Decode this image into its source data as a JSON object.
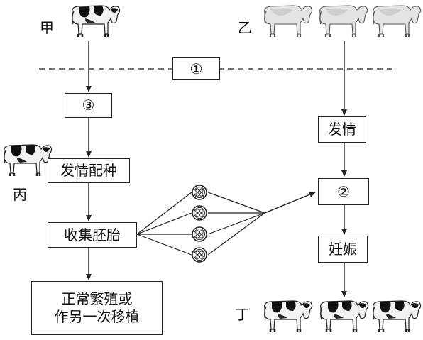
{
  "labels": {
    "jia": "甲",
    "yi": "乙",
    "bing": "丙",
    "ding": "丁"
  },
  "steps": {
    "step1": "①",
    "step2": "②",
    "step3": "③"
  },
  "boxes": {
    "estrus_mating": "发情配种",
    "collect_embryos": "收集胚胎",
    "estrus": "发情",
    "pregnancy": "妊娠",
    "outcome_line1": "正常繁殖或",
    "outcome_line2": "作另一次移植"
  },
  "icons": {
    "cow_spotted": "holstein-cow-icon",
    "cow_light": "light-cow-icon",
    "embryo": "embryo-icon"
  },
  "counts": {
    "jia_cows": 1,
    "yi_cows": 3,
    "bing_cows": 1,
    "ding_cows": 3,
    "embryos": 4
  }
}
